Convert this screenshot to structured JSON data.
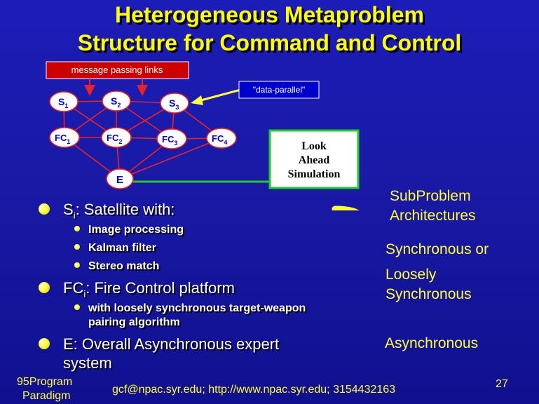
{
  "title": {
    "line1": "Heterogeneous  Metaproblem",
    "line2": "Structure for Command and Control"
  },
  "diagram": {
    "message_box_label": "message passing links",
    "data_parallel_label": "\"data-parallel\"",
    "look_ahead_line1": "Look",
    "look_ahead_line2": "Ahead",
    "look_ahead_line3": "Simulation",
    "nodes": {
      "s1": {
        "main": "S",
        "sub": "1"
      },
      "s2": {
        "main": "S",
        "sub": "2"
      },
      "s3": {
        "main": "S",
        "sub": "3"
      },
      "fc1": {
        "main": "FC",
        "sub": "1"
      },
      "fc2": {
        "main": "FC",
        "sub": "2"
      },
      "fc3": {
        "main": "FC",
        "sub": "3"
      },
      "fc4": {
        "main": "FC",
        "sub": "4"
      },
      "e": {
        "main": "E"
      }
    }
  },
  "bullets": {
    "b1": {
      "prefix": "S",
      "sub": "i",
      "text": ": Satellite with:"
    },
    "b1_items": [
      "Image processing",
      "Kalman filter",
      "Stereo match"
    ],
    "b2": {
      "prefix": "FC",
      "sub": "i",
      "text": ": Fire Control platform"
    },
    "b2_item_line1": "with loosely synchronous target-weapon",
    "b2_item_line2": "pairing algorithm",
    "b3_line1": "E: Overall Asynchronous expert",
    "b3_line2": "system"
  },
  "right": {
    "subproblem_line1": "SubProblem",
    "subproblem_line2": "Architectures",
    "sync_line1": "Synchronous or",
    "sync_line2": "Loosely",
    "sync_line3": "Synchronous",
    "async": "Asynchronous"
  },
  "footer": {
    "left_line1": "95Program",
    "left_line2": "Paradigm",
    "center": "gcf@npac.syr.edu; http://www.npac.syr.edu; 3154432163",
    "page_number": "27"
  },
  "colors": {
    "background": "#1a1aa8",
    "title": "#ffff00",
    "edge_red": "#ee2222",
    "edge_green": "#22cc22",
    "arrow_yellow": "#ffff33",
    "node_text": "#0000cc"
  }
}
